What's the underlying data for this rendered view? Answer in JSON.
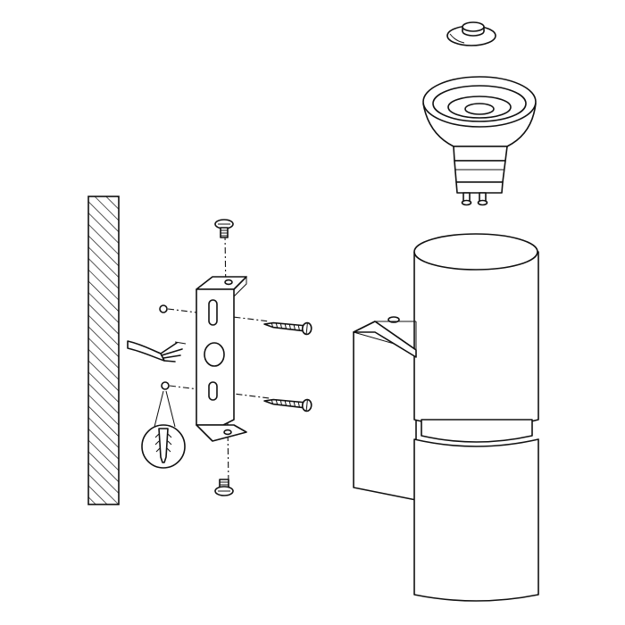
{
  "diagram": {
    "type": "exploded-assembly",
    "parts": [
      "wall",
      "power-cable",
      "wall-plug",
      "mounting-bracket",
      "bracket-screw-top",
      "bracket-screw-bottom",
      "wall-screw",
      "lamp-housing",
      "gu10-led-bulb",
      "lens-cap"
    ],
    "colors": {
      "line": "#111111",
      "fill": "#ffffff"
    }
  }
}
